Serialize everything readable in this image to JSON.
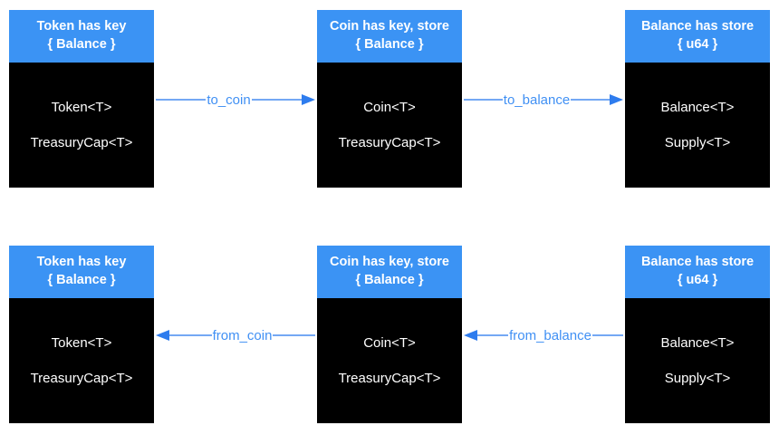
{
  "colors": {
    "header_blue": "#3B93F4",
    "body_black": "#000000",
    "text_white": "#FFFFFF",
    "arrow_line": "#74A8F4",
    "arrow_head": "#2E7CEE",
    "arrow_label": "#4090F4",
    "background": "#FFFFFF"
  },
  "rows": [
    {
      "boxes": [
        {
          "header": [
            "Token has key",
            "{ Balance }"
          ],
          "body": [
            "Token<T>",
            "TreasuryCap<T>"
          ]
        },
        {
          "header": [
            "Coin has key, store",
            "{ Balance }"
          ],
          "body": [
            "Coin<T>",
            "TreasuryCap<T>"
          ]
        },
        {
          "header": [
            "Balance has store",
            "{ u64 }"
          ],
          "body": [
            "Balance<T>",
            "Supply<T>"
          ]
        }
      ],
      "arrows": [
        {
          "label": "to_coin",
          "direction": "right"
        },
        {
          "label": "to_balance",
          "direction": "right"
        }
      ]
    },
    {
      "boxes": [
        {
          "header": [
            "Token has key",
            "{ Balance }"
          ],
          "body": [
            "Token<T>",
            "TreasuryCap<T>"
          ]
        },
        {
          "header": [
            "Coin has key, store",
            "{ Balance }"
          ],
          "body": [
            "Coin<T>",
            "TreasuryCap<T>"
          ]
        },
        {
          "header": [
            "Balance has store",
            "{ u64 }"
          ],
          "body": [
            "Balance<T>",
            "Supply<T>"
          ]
        }
      ],
      "arrows": [
        {
          "label": "from_coin",
          "direction": "left"
        },
        {
          "label": "from_balance",
          "direction": "left"
        }
      ]
    }
  ]
}
